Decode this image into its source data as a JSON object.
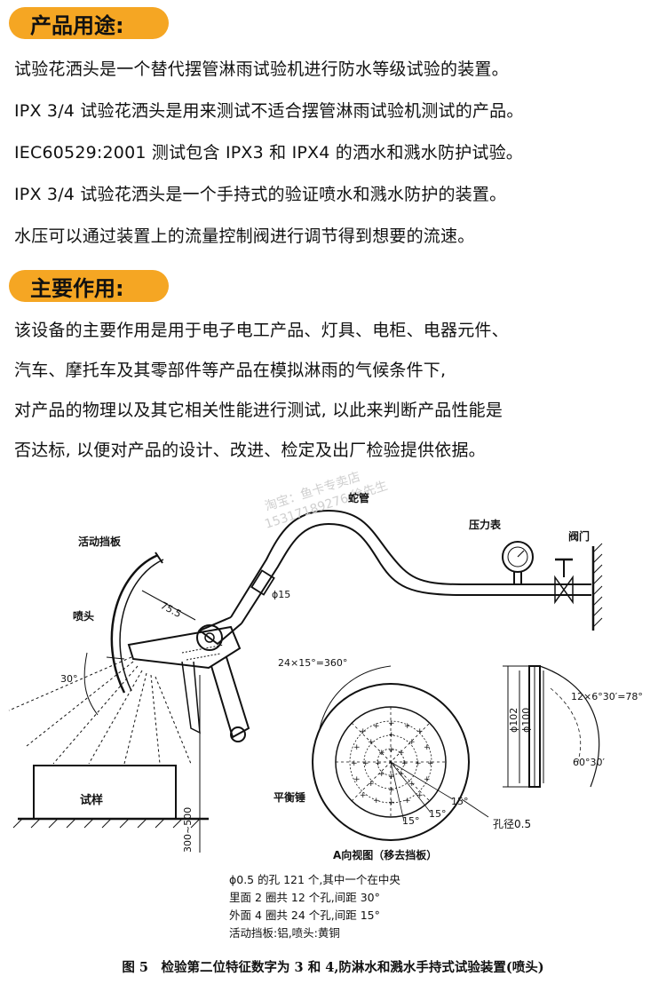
{
  "section1": {
    "heading": "产品用途:",
    "lines": [
      "试验花洒头是一个替代摆管淋雨试验机进行防水等级试验的装置。",
      "IPX 3/4 试验花洒头是用来测试不适合摆管淋雨试验机测试的产品。",
      "IEC60529:2001 测试包含 IPX3 和 IPX4 的洒水和溅水防护试验。",
      "IPX 3/4 试验花洒头是一个手持式的验证喷水和溅水防护的装置。",
      "水压可以通过装置上的流量控制阀进行调节得到想要的流速。"
    ]
  },
  "section2": {
    "heading": "主要作用:",
    "lines": [
      "该设备的主要作用是用于电子电工产品、灯具、电柜、电器元件、",
      "汽车、摩托车及其零部件等产品在模拟淋雨的气候条件下,",
      "对产品的物理以及其它相关性能进行测试, 以此来判断产品性能是",
      "否达标, 以便对产品的设计、改进、检定及出厂检验提供依据。"
    ]
  },
  "figure": {
    "labels": {
      "hose": "蛇管",
      "gauge": "压力表",
      "valve": "阀门",
      "shield": "活动挡板",
      "nozzle": "喷头",
      "dim_75": "75.5",
      "phi15": "ϕ15",
      "angle30": "30°",
      "holes_total": "24×15°=360°",
      "angle_6_30": "12×6°30′=78°",
      "phi102": "ϕ102",
      "phi100": "ϕ100",
      "angle_60_30": "60°30′",
      "sample": "试样",
      "counterweight": "平衡锤",
      "dist": "300~500",
      "a15_1": "15°",
      "a15_2": "15°",
      "a15_3": "15°",
      "hole_dia": "孔径0.5",
      "view_a": "A向视图（移去挡板）"
    },
    "notes": [
      "ϕ0.5 的孔 121 个,其中一个在中央",
      "里面 2 圈共 12 个孔,间距 30°",
      "外面 4 圈共 24 个孔,间距 15°",
      "活动挡板:铝,喷头:黄铜"
    ],
    "caption": "图 5　检验第二位特征数字为 3 和 4,防淋水和溅水手持式试验装置(喷头)",
    "watermark1": "淘宝：鱼卡专卖店",
    "watermark2": "15317189276 徐先生"
  },
  "colors": {
    "accent": "#f5a623"
  }
}
